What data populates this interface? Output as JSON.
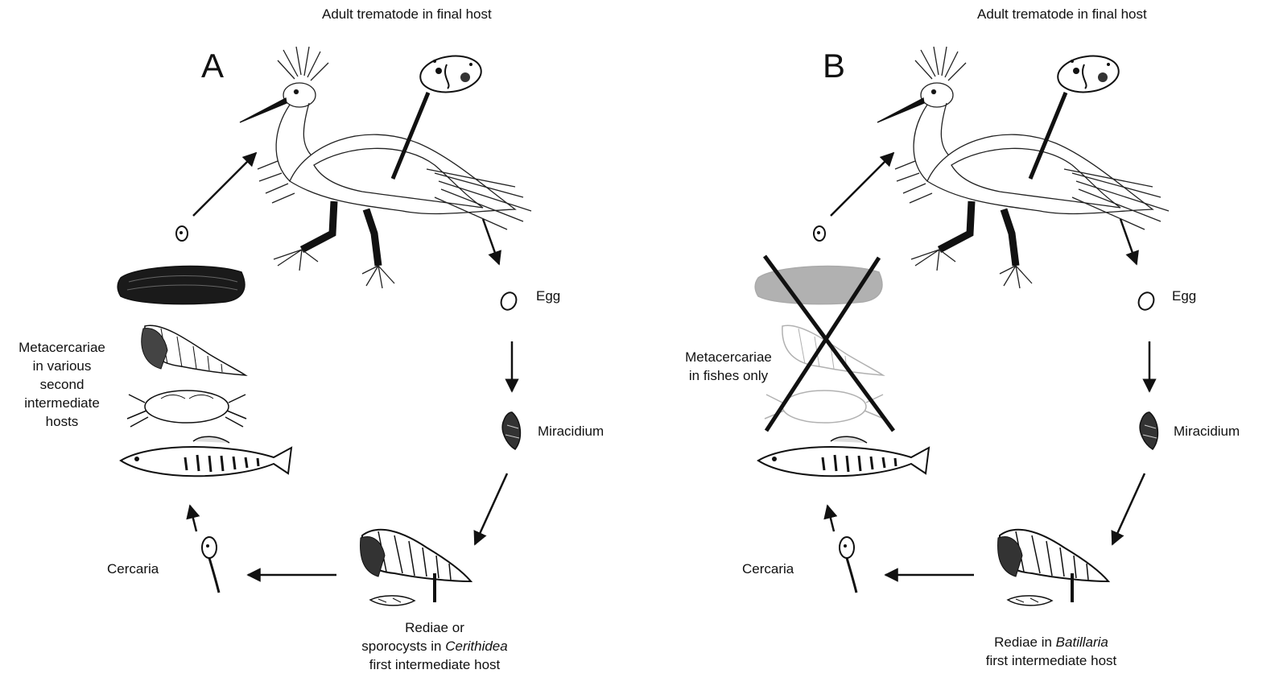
{
  "panels": [
    {
      "letter": "A",
      "title": "Adult trematode in final host",
      "egg": "Egg",
      "miracidium": "Miracidium",
      "cercaria": "Cercaria",
      "meta_lines": [
        "Metacercariae",
        "in various",
        "second",
        "intermediate",
        "hosts"
      ],
      "first_host_line1": "Rediae or",
      "first_host_line2_pre": "sporocysts in ",
      "first_host_genus": "Cerithidea",
      "first_host_line3": "first intermediate host",
      "crossed_out": false
    },
    {
      "letter": "B",
      "title": "Adult trematode in final host",
      "egg": "Egg",
      "miracidium": "Miracidium",
      "cercaria": "Cercaria",
      "meta_lines": [
        "Metacercariae",
        "in fishes only"
      ],
      "first_host_line1": "Rediae in ",
      "first_host_genus": "Batillaria",
      "first_host_line3": "first intermediate host",
      "crossed_out": true
    }
  ],
  "icons": [
    "egret-icon",
    "adult-fluke-icon",
    "egg-icon",
    "miracidium-icon",
    "snail-icon",
    "redia-icon",
    "cercaria-icon",
    "fish-icon",
    "crab-icon",
    "mussel-icon",
    "metacercaria-icon"
  ]
}
